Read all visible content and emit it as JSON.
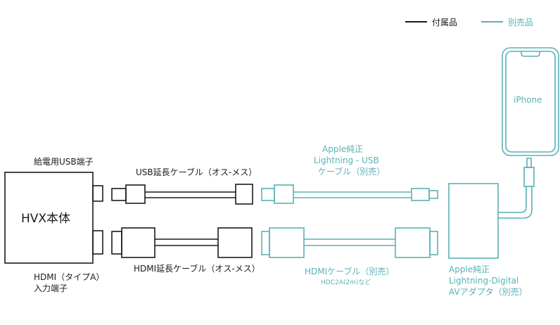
{
  "legend": {
    "included": "付属品",
    "separate": "別売品",
    "included_color": "#1a1a1a",
    "separate_color": "#58b2b6"
  },
  "hvx": {
    "name": "HVX本体",
    "usb_port_label": "給電用USB端子",
    "hdmi_port_label_line1": "HDMI（タイプA）",
    "hdmi_port_label_line2": "入力端子"
  },
  "usb_ext": {
    "label": "USB延長ケーブル（オス-メス）"
  },
  "hdmi_ext": {
    "label": "HDMI延長ケーブル（オス-メス）"
  },
  "lightning_usb": {
    "line1": "Apple純正",
    "line2": "Lightning - USB",
    "line3": "ケーブル（別売）"
  },
  "hdmi_cable": {
    "label": "HDMIケーブル（別売）",
    "sub": "HDC2A(2m)など"
  },
  "adapter": {
    "line1": "Apple純正",
    "line2": "Lightning-Digital",
    "line3": "AVアダプタ（別売）"
  },
  "iphone": {
    "label": "iPhone"
  }
}
